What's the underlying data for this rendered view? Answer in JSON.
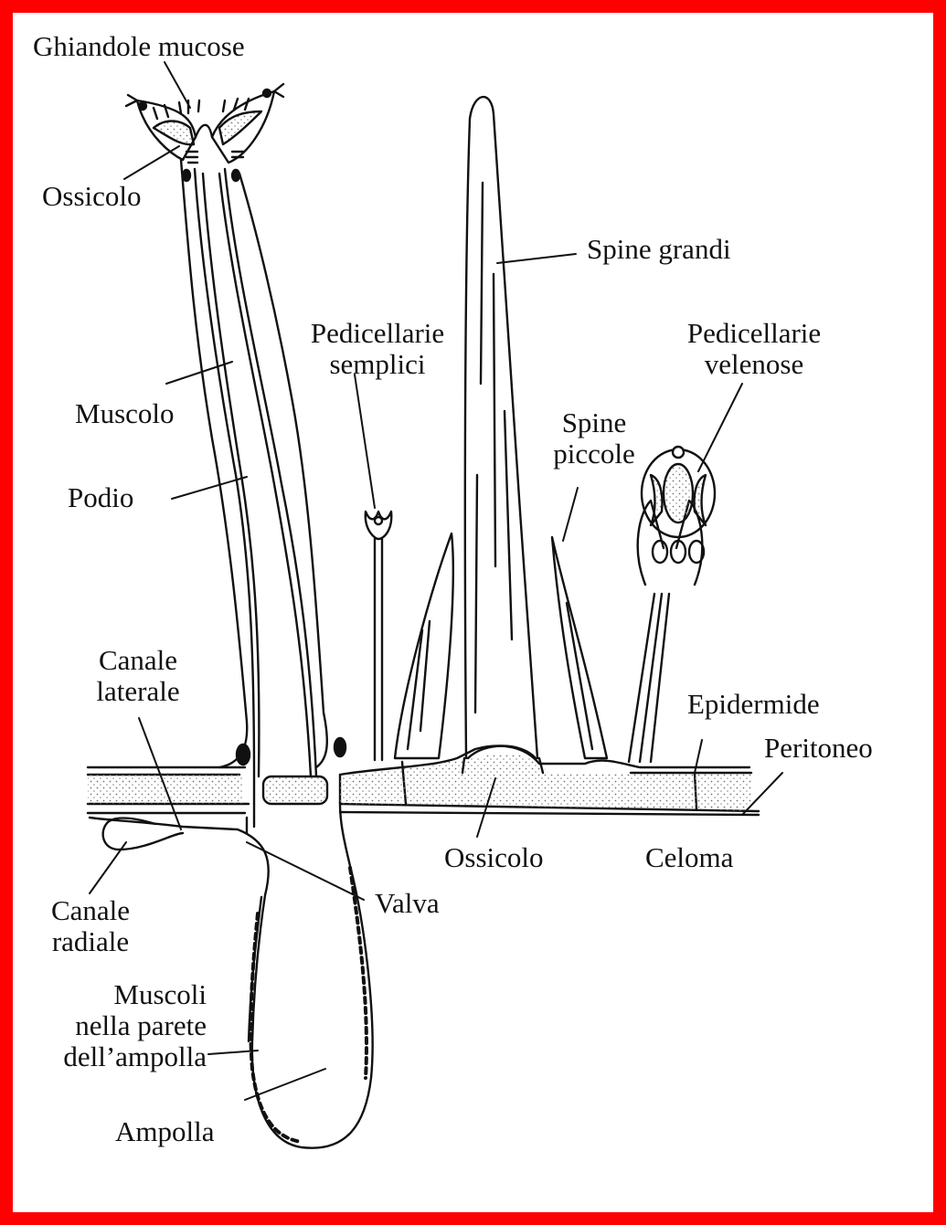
{
  "colors": {
    "frame": "#ff0000",
    "ink": "#111111",
    "stipple": "#9a9a9a",
    "background": "#ffffff"
  },
  "labels": {
    "ghiandole_mucose": "Ghiandole mucose",
    "ossicolo_top": "Ossicolo",
    "spine_grandi": "Spine grandi",
    "pedicellarie_semplici": [
      "Pedicellarie",
      "semplici"
    ],
    "pedicellarie_velenose": [
      "Pedicellarie",
      "velenose"
    ],
    "muscolo": "Muscolo",
    "spine_piccole": [
      "Spine",
      "piccole"
    ],
    "podio": "Podio",
    "canale_laterale": [
      "Canale",
      "laterale"
    ],
    "epidermide": "Epidermide",
    "peritoneo": "Peritoneo",
    "ossicolo_bottom": "Ossicolo",
    "celoma": "Celoma",
    "valva": "Valva",
    "canale_radiale": [
      "Canale",
      "radiale"
    ],
    "muscoli_parete": [
      "Muscoli",
      "nella parete",
      "dell’ampolla"
    ],
    "ampolla": "Ampolla"
  }
}
